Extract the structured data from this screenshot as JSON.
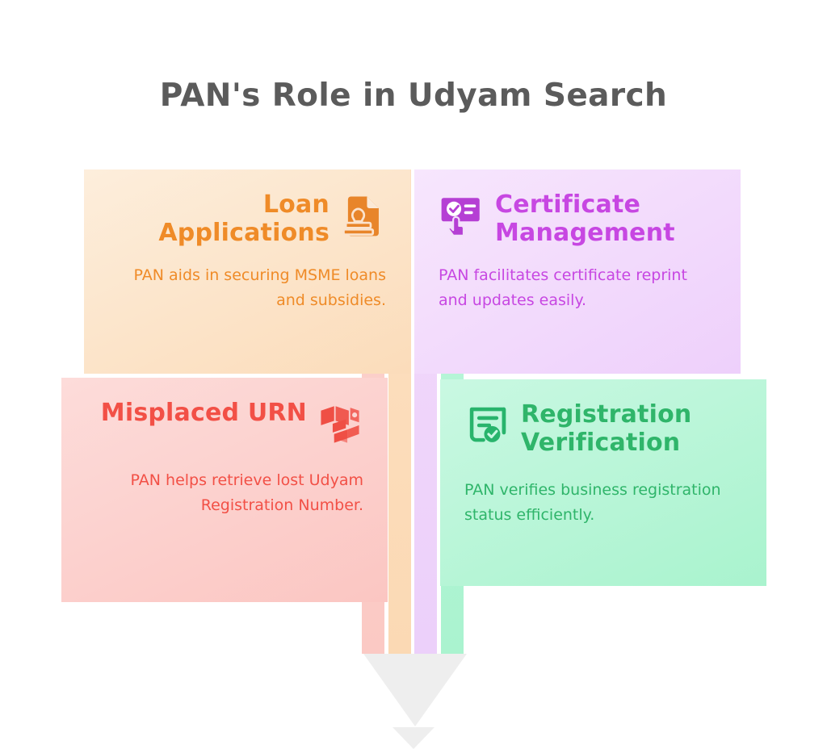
{
  "page": {
    "title": "PAN's Role in Udyam Search",
    "background": "#ffffff",
    "title_color": "#5b5b5b"
  },
  "cards": [
    {
      "id": "loan-applications",
      "heading": "Loan Applications",
      "body": "PAN aids in securing MSME loans and subsidies.",
      "icon": "document-stamp-icon",
      "accent": "#ef8b28",
      "background": "#fbdcba",
      "align": "right",
      "position": "top-left"
    },
    {
      "id": "certificate-management",
      "heading": "Certificate Management",
      "body": "PAN facilitates certificate reprint and updates easily.",
      "icon": "certificate-card-cursor-icon",
      "accent": "#c747e2",
      "background": "#eed0fb",
      "align": "left",
      "position": "top-right"
    },
    {
      "id": "misplaced-urn",
      "heading": "Misplaced URN",
      "body": "PAN helps retrieve lost Udyam Registration Number.",
      "icon": "folded-documents-icon",
      "accent": "#f25046",
      "background": "#fbc6c2",
      "align": "right",
      "position": "bottom-left"
    },
    {
      "id": "registration-verification",
      "heading": "Registration Verification",
      "body": "PAN verifies business registration status efficiently.",
      "icon": "verified-certificate-icon",
      "accent": "#2fb56a",
      "background": "#a9f3ce",
      "align": "left",
      "position": "bottom-right"
    }
  ],
  "connectors": {
    "strips": [
      {
        "name": "strip-pink",
        "color": "#fbc9c4"
      },
      {
        "name": "strip-orange",
        "color": "#fbd9b4"
      },
      {
        "name": "strip-purple",
        "color": "#ecd0fa"
      },
      {
        "name": "strip-green",
        "color": "#aaf3cf"
      }
    ],
    "funnel_color": "#eeeeee"
  }
}
